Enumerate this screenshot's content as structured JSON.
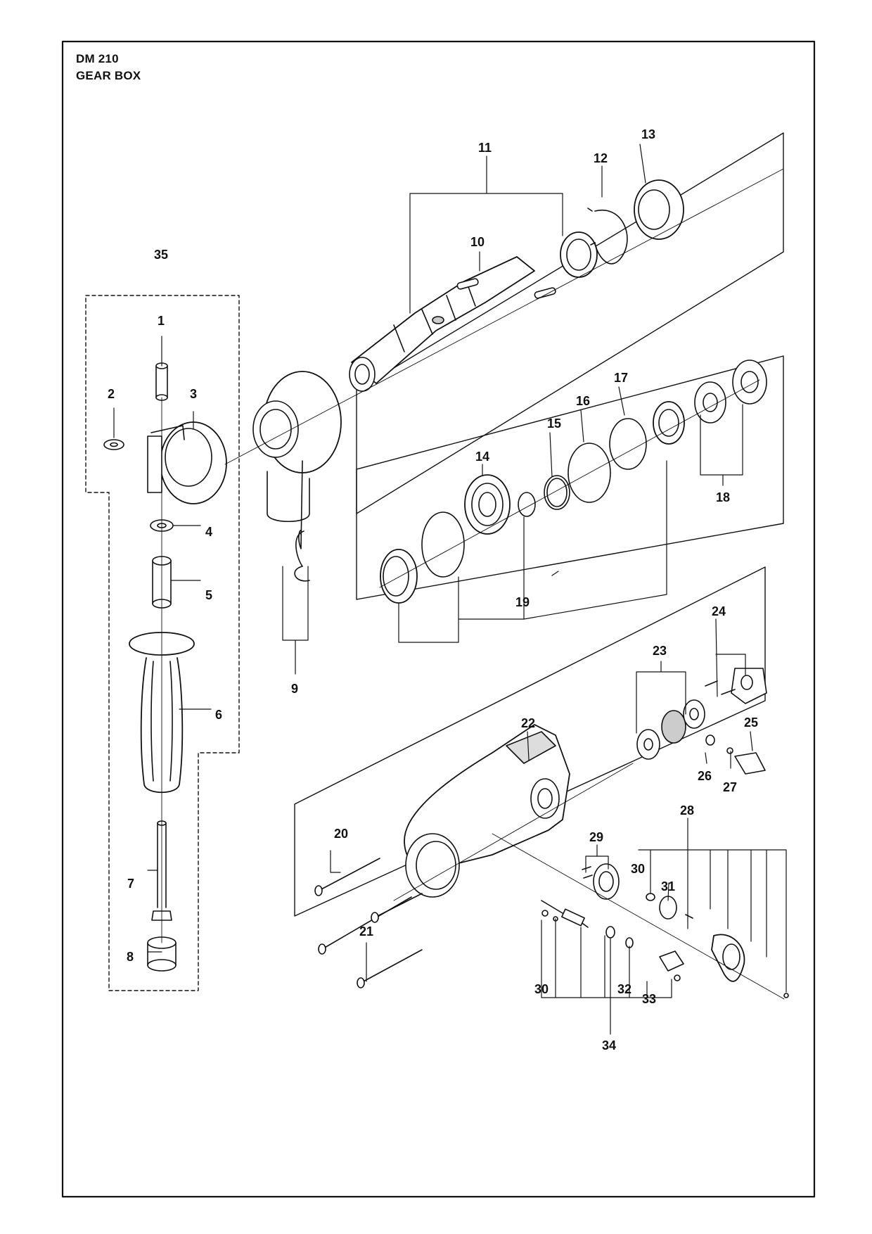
{
  "header": {
    "model": "DM 210",
    "section": "GEAR BOX"
  },
  "callouts": [
    "1",
    "2",
    "3",
    "4",
    "5",
    "6",
    "7",
    "8",
    "9",
    "10",
    "11",
    "12",
    "13",
    "14",
    "15",
    "16",
    "17",
    "18",
    "19",
    "20",
    "21",
    "22",
    "23",
    "24",
    "25",
    "26",
    "27",
    "28",
    "29",
    "30",
    "30",
    "31",
    "32",
    "33",
    "34",
    "35"
  ],
  "colors": {
    "line": "#111111",
    "part_fill": "#ffffff",
    "shade": "#cfcfcf"
  }
}
